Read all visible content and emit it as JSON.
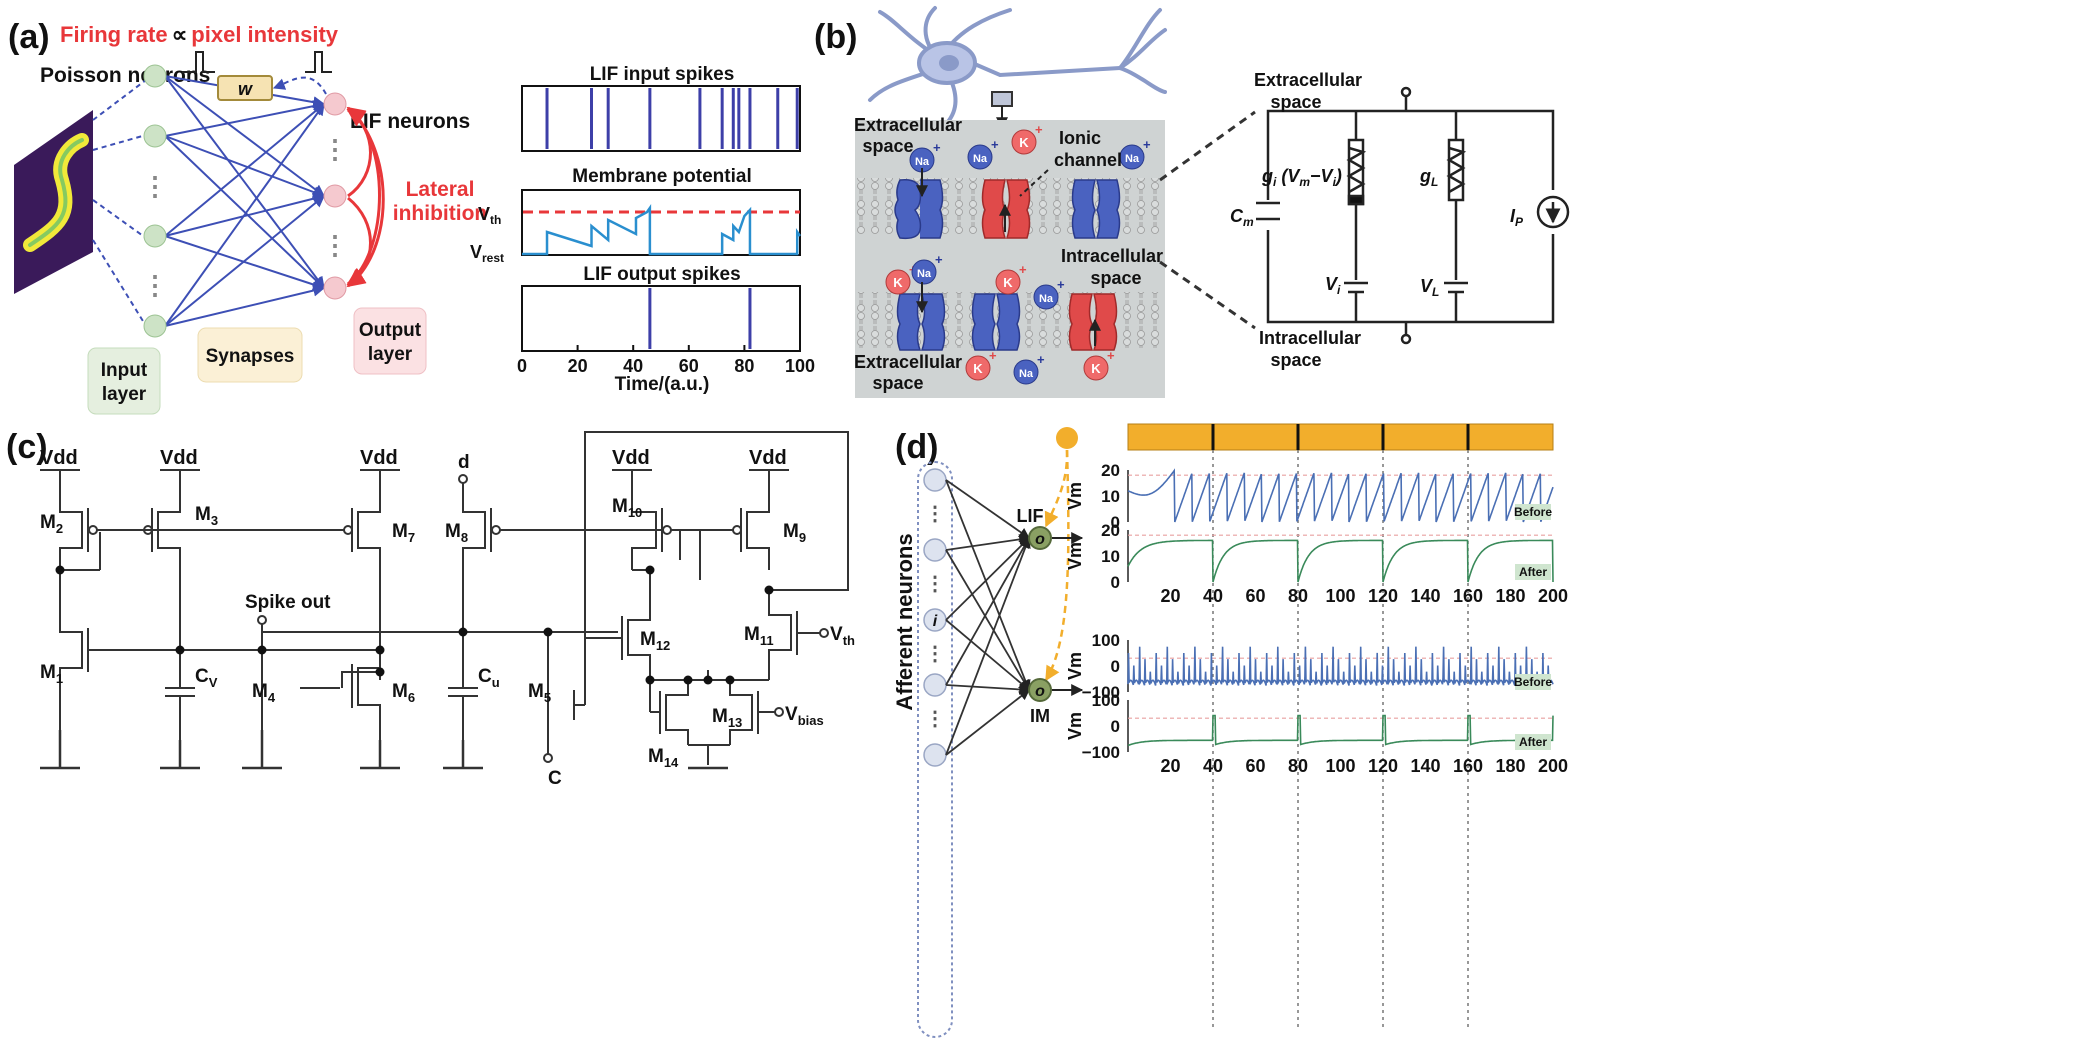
{
  "panel_a": {
    "label": "(a)",
    "firing_rate_text": "Firing rate",
    "prop_symbol": "∝",
    "pixel_intensity_text": "pixel intensity",
    "poisson_label": "Poisson neurons",
    "lif_neurons_label": "LIF neurons",
    "w_label": "w",
    "lateral_line1": "Lateral",
    "lateral_line2": "inhibition",
    "input_layer_line1": "Input",
    "input_layer_line2": "layer",
    "synapses_label": "Synapses",
    "output_layer_line1": "Output",
    "output_layer_line2": "layer",
    "dots": "⋮",
    "plot_input_title": "LIF input spikes",
    "plot_membrane_title": "Membrane potential",
    "plot_output_title": "LIF output spikes",
    "vth_label": "V",
    "vth_sub": "th",
    "vrest_label": "V",
    "vrest_sub": "rest",
    "x_ticks": [
      "0",
      "20",
      "40",
      "60",
      "80",
      "100"
    ],
    "x_axis_label": "Time/(a.u.)"
  },
  "panel_b": {
    "label": "(b)",
    "extracellular_line1": "Extracellular",
    "extracellular_line2": "space",
    "ionic_line1": "Ionic",
    "ionic_line2": "channel",
    "intracellular_line1": "Intracellular",
    "intracellular_line2": "space",
    "na": "Na",
    "k": "K",
    "plus": "+",
    "circuit_extra_line1": "Extracellular",
    "circuit_extra_line2": "space",
    "circuit_intra_line1": "Intracellular",
    "circuit_intra_line2": "space",
    "cm": "C",
    "cm_sub": "m",
    "gi_expr": "g",
    "gi_sub": "i",
    "gi_rest": " (V",
    "gi_m": "m",
    "gi_minus": "−V",
    "gi_i": "i",
    "gi_close": ")",
    "gl": "g",
    "gl_sub": "L",
    "vi": "V",
    "vi_sub": "i",
    "vl": "V",
    "vl_sub": "L",
    "ip": "I",
    "ip_sub": "P"
  },
  "panel_c": {
    "label": "(c)",
    "vdd": "Vdd",
    "d": "d",
    "c": "C",
    "spike_out": "Spike out",
    "vth": "V",
    "vth_sub": "th",
    "vbias": "V",
    "vbias_sub": "bias",
    "transistors": [
      {
        "name": "M",
        "sub": "1"
      },
      {
        "name": "M",
        "sub": "2"
      },
      {
        "name": "M",
        "sub": "3"
      },
      {
        "name": "M",
        "sub": "4"
      },
      {
        "name": "M",
        "sub": "5"
      },
      {
        "name": "M",
        "sub": "6"
      },
      {
        "name": "M",
        "sub": "7"
      },
      {
        "name": "M",
        "sub": "8"
      },
      {
        "name": "M",
        "sub": "9"
      },
      {
        "name": "M",
        "sub": "10"
      },
      {
        "name": "M",
        "sub": "11"
      },
      {
        "name": "M",
        "sub": "12"
      },
      {
        "name": "M",
        "sub": "13"
      },
      {
        "name": "M",
        "sub": "14"
      }
    ],
    "cv": "C",
    "cv_sub": "V",
    "cu": "C",
    "cu_sub": "u"
  },
  "panel_d": {
    "label": "(d)",
    "afferent_label": "Afferent neurons",
    "i_label": "i",
    "o_label": "o",
    "lif_label": "LIF",
    "im_label": "IM",
    "vm": "Vm",
    "lif_y_ticks": [
      "20",
      "10",
      "0"
    ],
    "im_y_ticks": [
      "100",
      "0",
      "−100"
    ],
    "x_ticks": [
      "20",
      "40",
      "60",
      "80",
      "100",
      "120",
      "140",
      "160",
      "180",
      "200"
    ],
    "before": "Before",
    "after": "After"
  },
  "colors": {
    "red": "#e8373a",
    "blue_line": "#3d4fb5",
    "trace_blue": "#4a6fb4",
    "trace_green": "#3a8a5a",
    "membrane_blue": "#2a8fcf",
    "orange": "#f2ae2c",
    "channel_blue": "#4a62c0",
    "channel_red": "#e04a4a",
    "green_node": "#cde3c6",
    "pink_node": "#f5c9cf"
  }
}
